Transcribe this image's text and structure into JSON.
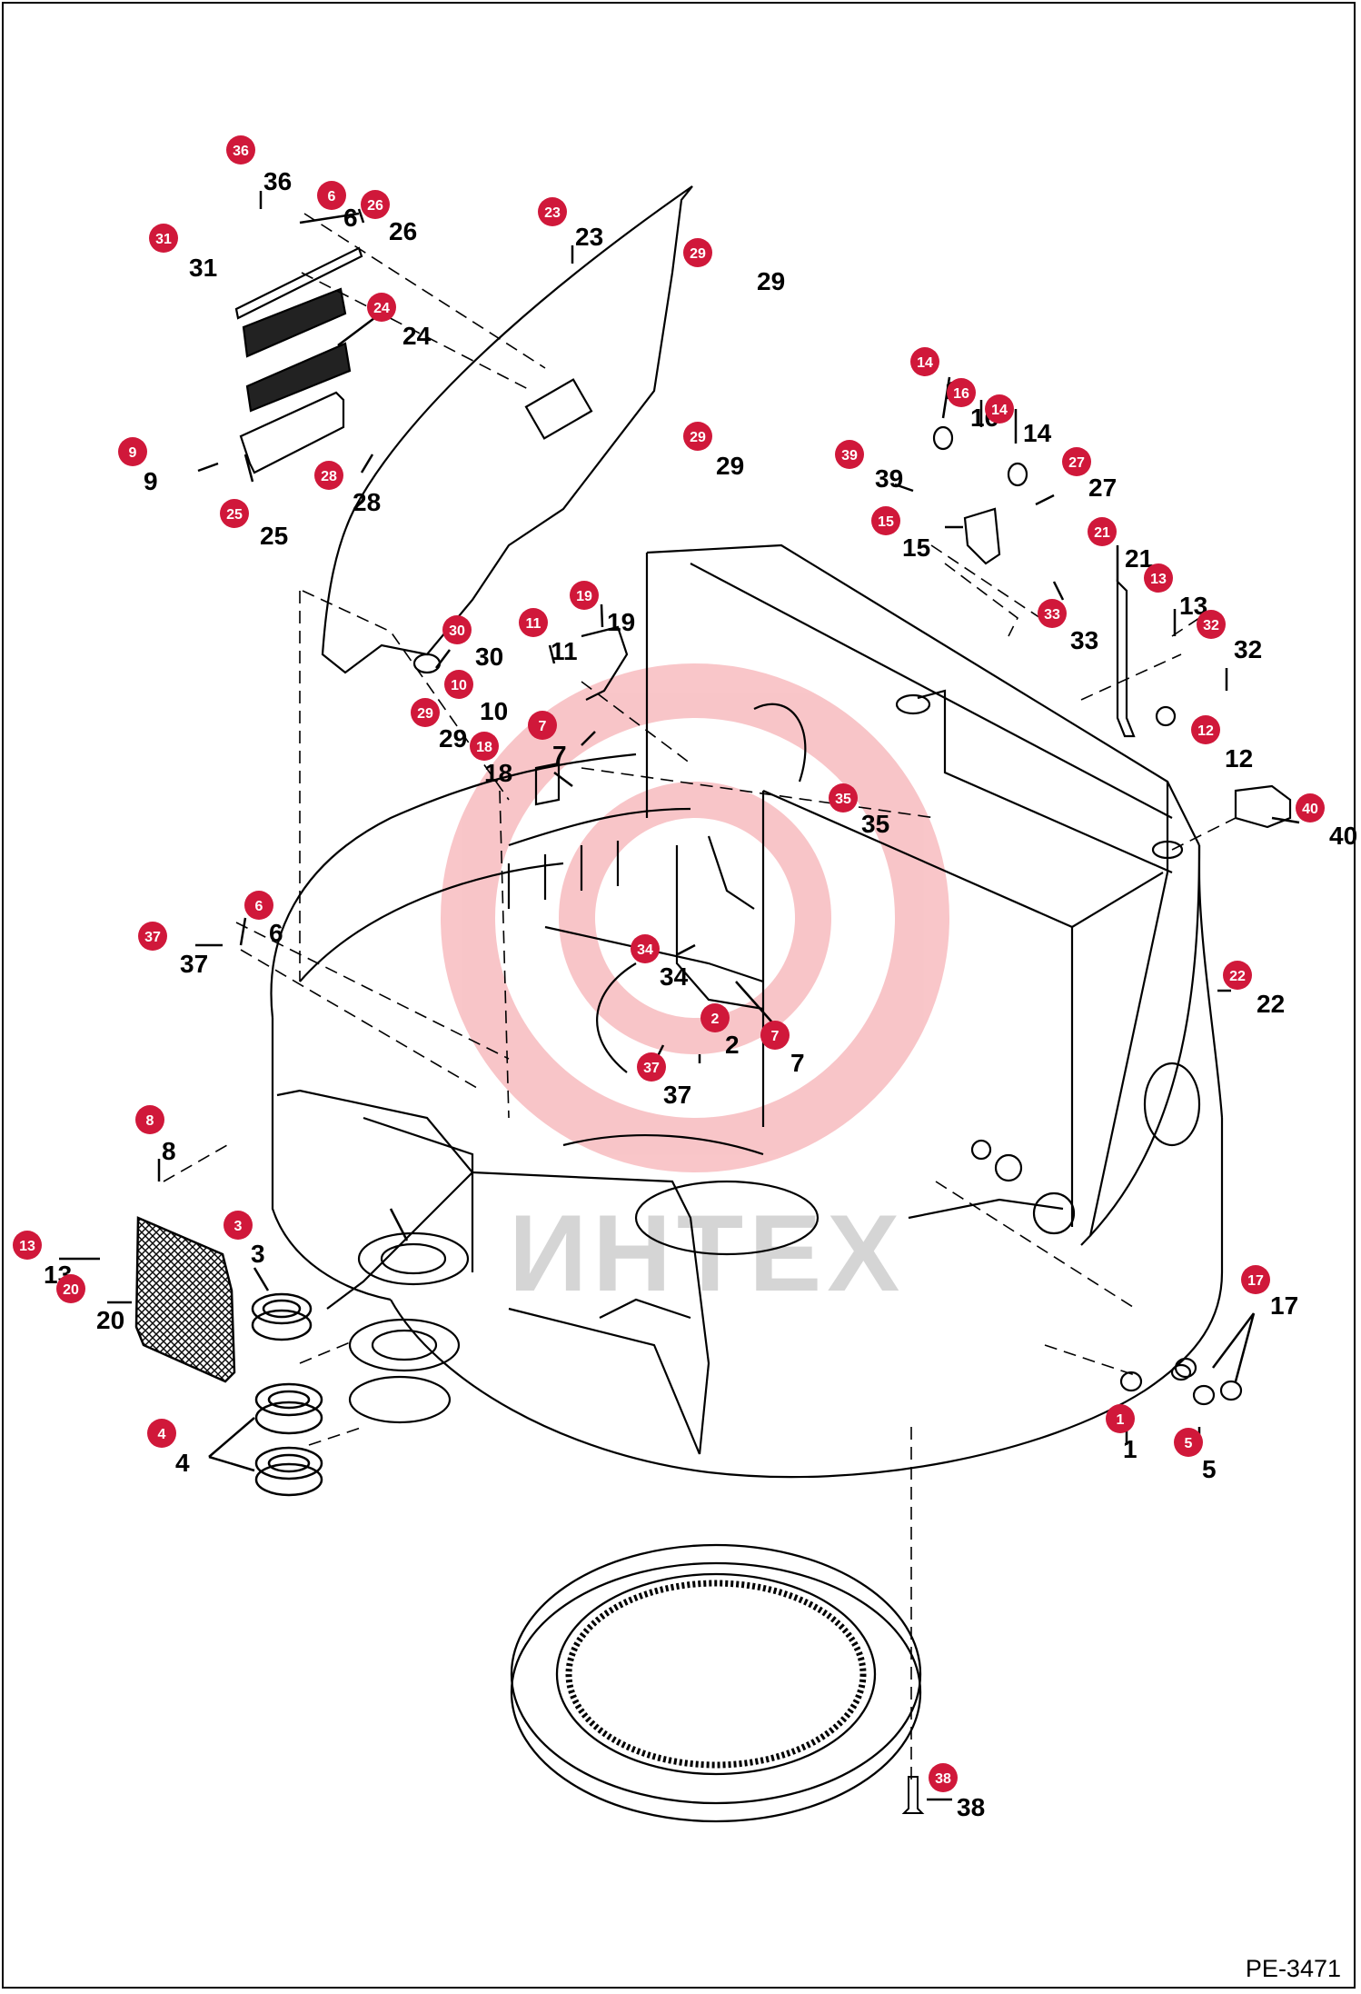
{
  "document_id": "PE-3471",
  "watermark": "ИНТЕХ",
  "colors": {
    "badge": "#d0183a",
    "line": "#000000",
    "watermark": "#e8323c"
  },
  "callouts": [
    {
      "id": "c36",
      "label": "36"
    },
    {
      "id": "c6a",
      "label": "6"
    },
    {
      "id": "c26",
      "label": "26"
    },
    {
      "id": "c31",
      "label": "31"
    },
    {
      "id": "c24",
      "label": "24"
    },
    {
      "id": "c23",
      "label": "23"
    },
    {
      "id": "c29a",
      "label": "29"
    },
    {
      "id": "c29b",
      "label": "29"
    },
    {
      "id": "c9",
      "label": "9"
    },
    {
      "id": "c25",
      "label": "25"
    },
    {
      "id": "c28",
      "label": "28"
    },
    {
      "id": "c14a",
      "label": "14"
    },
    {
      "id": "c16",
      "label": "16"
    },
    {
      "id": "c14b",
      "label": "14"
    },
    {
      "id": "c39",
      "label": "39"
    },
    {
      "id": "c27",
      "label": "27"
    },
    {
      "id": "c15",
      "label": "15"
    },
    {
      "id": "c21",
      "label": "21"
    },
    {
      "id": "c13a",
      "label": "13"
    },
    {
      "id": "c33",
      "label": "33"
    },
    {
      "id": "c32",
      "label": "32"
    },
    {
      "id": "c12",
      "label": "12"
    },
    {
      "id": "c30",
      "label": "30"
    },
    {
      "id": "c11",
      "label": "11"
    },
    {
      "id": "c19",
      "label": "19"
    },
    {
      "id": "c10",
      "label": "10"
    },
    {
      "id": "c29c",
      "label": "29"
    },
    {
      "id": "c7a",
      "label": "7"
    },
    {
      "id": "c18",
      "label": "18"
    },
    {
      "id": "c35",
      "label": "35"
    },
    {
      "id": "c40",
      "label": "40"
    },
    {
      "id": "c6b",
      "label": "6"
    },
    {
      "id": "c37a",
      "label": "37"
    },
    {
      "id": "c34",
      "label": "34"
    },
    {
      "id": "c2",
      "label": "2"
    },
    {
      "id": "c7b",
      "label": "7"
    },
    {
      "id": "c37b",
      "label": "37"
    },
    {
      "id": "c22",
      "label": "22"
    },
    {
      "id": "c8",
      "label": "8"
    },
    {
      "id": "c3",
      "label": "3"
    },
    {
      "id": "c13b",
      "label": "13"
    },
    {
      "id": "c20",
      "label": "20"
    },
    {
      "id": "c4",
      "label": "4"
    },
    {
      "id": "c17",
      "label": "17"
    },
    {
      "id": "c1",
      "label": "1"
    },
    {
      "id": "c5",
      "label": "5"
    },
    {
      "id": "c38",
      "label": "38"
    }
  ]
}
